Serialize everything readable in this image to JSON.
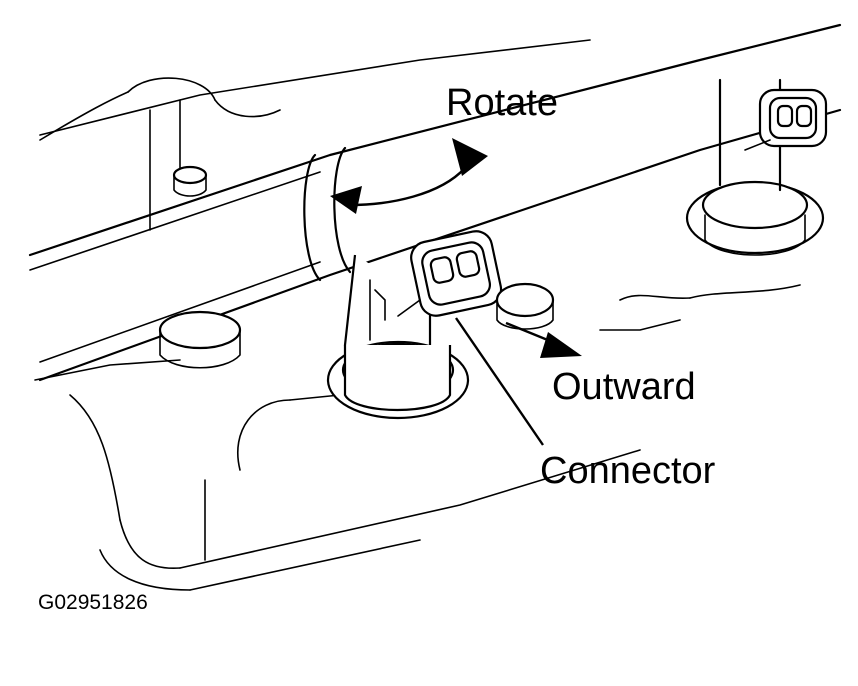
{
  "labels": {
    "rotate": "Rotate",
    "outward": "Outward",
    "connector": "Connector"
  },
  "figure_code": "G02951826",
  "colors": {
    "ink": "#000000",
    "background": "#ffffff"
  }
}
